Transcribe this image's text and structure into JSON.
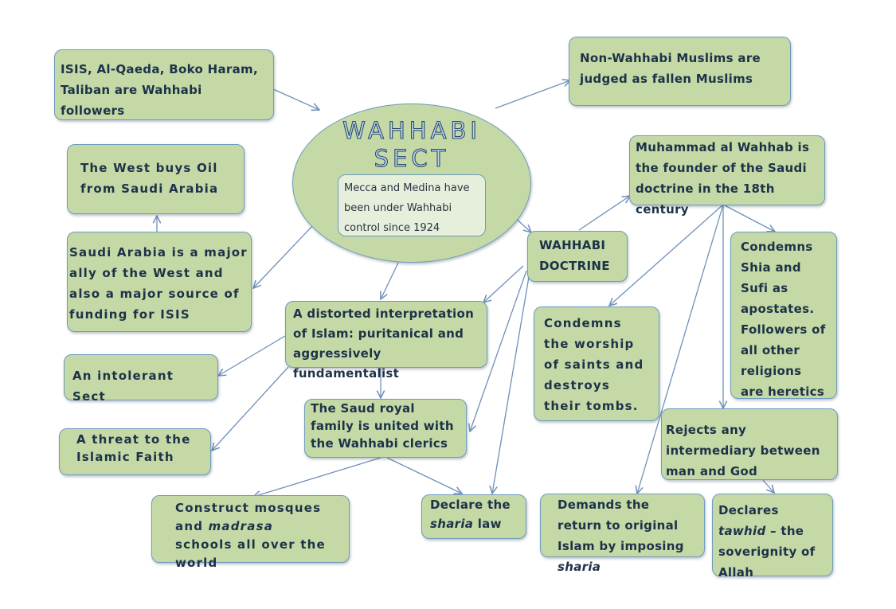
{
  "center": {
    "title_line1": "WAHHABI",
    "title_line2": "SECT",
    "note": "Mecca and Medina have been under Wahhabi control since 1924"
  },
  "nodes": {
    "isis": "ISIS, Al-Qaeda, Boko Haram, Taliban are  Wahhabi followers",
    "non_wahhabi": "Non-Wahhabi Muslims are judged as fallen Muslims",
    "west_oil": "The West buys Oil from Saudi Arabia",
    "founder": "Muhammad al Wahhab is the founder of the Saudi doctrine in the 18th century",
    "doctrine": "WAHHABI DOCTRINE",
    "saudi_ally": "Saudi Arabia is a major ally of the West and also a major source of funding for ISIS",
    "distorted": "A distorted  interpretation of Islam: puritanical and aggressively fundamentalist",
    "saints": "Condemns the worship of saints and destroys their tombs.",
    "shia_sufi": "Condemns Shia and Sufi as apostates. Followers of all other religions are heretics",
    "intolerant": "An intolerant Sect",
    "royal": "The Saud royal family is united with the Wahhabi clerics",
    "intermediary": "Rejects any intermediary between man and God",
    "threat": "A threat to the Islamic Faith",
    "mosques": {
      "pre": "Construct mosques and ",
      "em": "madrasa",
      "post": " schools all over the world"
    },
    "sharia_law": {
      "pre": "Declare the ",
      "em": "sharia",
      "post": " law"
    },
    "return": {
      "pre": "Demands the return to original Islam by imposing ",
      "em": "sharia",
      "post": ""
    },
    "tawhid": {
      "pre": "Declares ",
      "em": "tawhid",
      "post": " – the soverignity of Allah"
    }
  },
  "colors": {
    "box_fill": "#c4d9a6",
    "box_border": "#6f9bbd",
    "arrow": "#6f90b8",
    "text": "#1d3248"
  }
}
